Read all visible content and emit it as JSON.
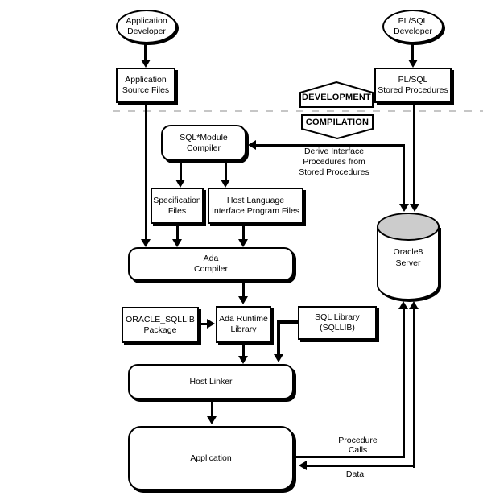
{
  "diagram": {
    "title_implicit": "SQL*Module for Ada program development and compilation flow",
    "nodes": {
      "app_developer": {
        "label": "Application\nDeveloper",
        "shape": "ellipse"
      },
      "plsql_developer": {
        "label": "PL/SQL\nDeveloper",
        "shape": "ellipse"
      },
      "app_source_files": {
        "label": "Application\nSource Files",
        "shape": "box"
      },
      "plsql_stored_procedures": {
        "label": "PL/SQL\nStored Procedures",
        "shape": "box"
      },
      "development_banner": {
        "label": "DEVELOPMENT",
        "shape": "pentagon-up"
      },
      "compilation_banner": {
        "label": "COMPILATION",
        "shape": "pentagon-down"
      },
      "sql_module_compiler": {
        "label": "SQL*Module\nCompiler",
        "shape": "rounded-box"
      },
      "specification_files": {
        "label": "Specification\nFiles",
        "shape": "box"
      },
      "host_language_files": {
        "label": "Host Language\nInterface Program Files",
        "shape": "box"
      },
      "ada_compiler": {
        "label": "Ada\nCompiler",
        "shape": "rounded-box"
      },
      "oracle_sqllib_package": {
        "label": "ORACLE_SQLLIB\nPackage",
        "shape": "box"
      },
      "ada_runtime_library": {
        "label": "Ada Runtime\nLibrary",
        "shape": "box"
      },
      "sql_library": {
        "label": "SQL Library\n(SQLLIB)",
        "shape": "box"
      },
      "host_linker": {
        "label": "Host Linker",
        "shape": "rounded-box"
      },
      "application": {
        "label": "Application",
        "shape": "rounded-box"
      },
      "oracle8_server": {
        "label": "Oracle8\nServer",
        "shape": "cylinder"
      }
    },
    "annotations": {
      "derive_interface": {
        "label": "Derive Interface\nProcedures from\nStored Procedures"
      },
      "procedure_calls": {
        "label": "Procedure\nCalls"
      },
      "data": {
        "label": "Data"
      }
    },
    "colors": {
      "line": "#000000",
      "node_fill": "#ffffff",
      "cylinder_top_fill": "#cccccc",
      "dashed_divider": "#c6c6c6",
      "background": "#ffffff"
    }
  }
}
